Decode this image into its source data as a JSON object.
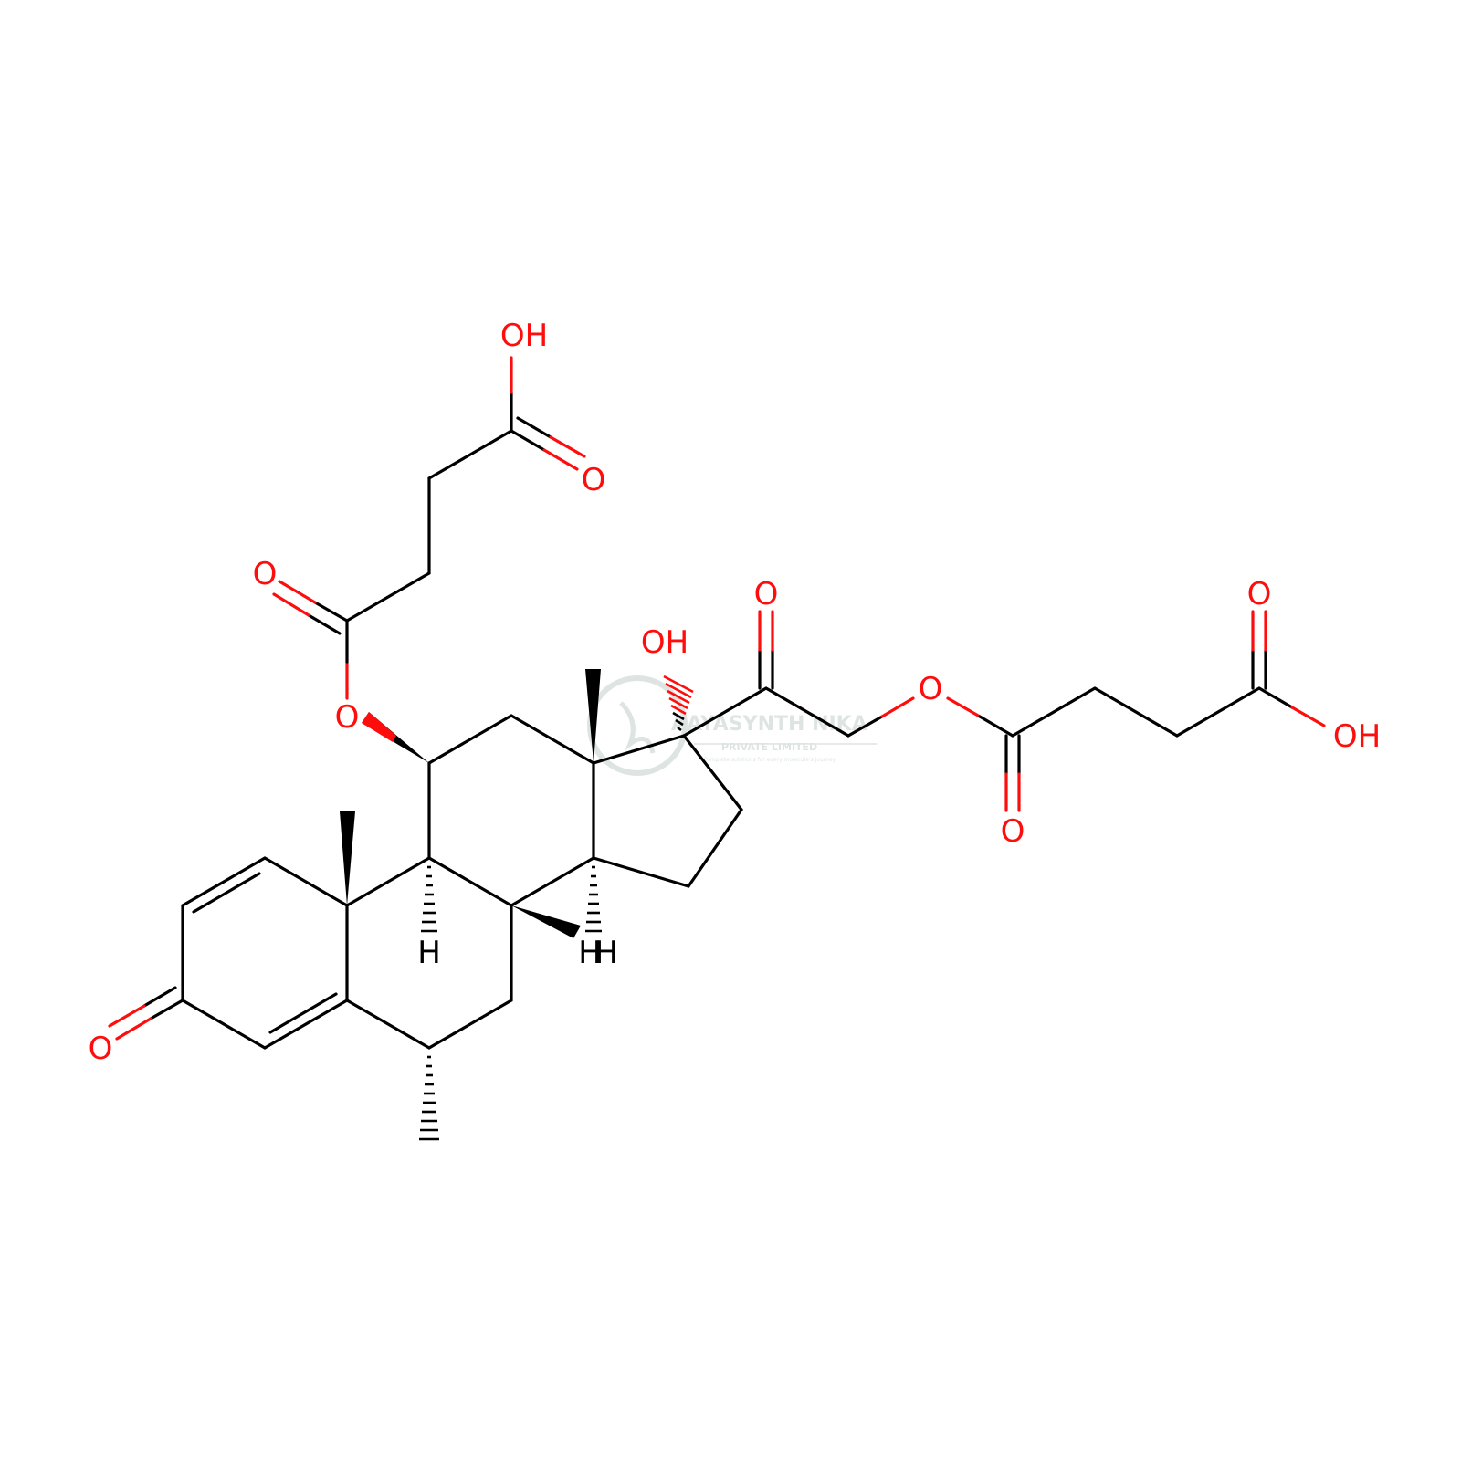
{
  "colors": {
    "bond": "#000000",
    "oxygen": "#ff0d0d",
    "hydrogen": "#000000",
    "background": "#ffffff",
    "watermark": "#9fb4ad"
  },
  "labels": {
    "oh_top": "OH",
    "o_top_acid": "O",
    "o_top_ester_carbonyl": "O",
    "o_top_ester": "O",
    "oh_c17": "OH",
    "o_ketone_c20": "O",
    "o_ester_c21": "O",
    "o_right_ester_carbonyl": "O",
    "o_right_acid_carbonyl": "O",
    "oh_right": "OH",
    "o_c3_ketone": "O",
    "h_c9": "H",
    "h_c8": "H",
    "h_c14": "H"
  },
  "watermark": {
    "name": "AAYASYNTH NIKA",
    "subtitle": "PRIVATE LIMITED",
    "tagline": "Complete solutions for every molecule's journey"
  }
}
